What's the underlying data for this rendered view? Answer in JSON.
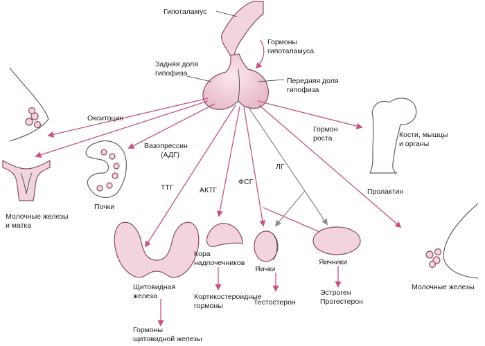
{
  "labels": {
    "hypothalamus": "Гипоталамус",
    "hypothalamus_hormones": [
      "Гормоны",
      "гипоталамуса"
    ],
    "posterior_pituitary": [
      "Задняя доля",
      "гипофиза"
    ],
    "anterior_pituitary": [
      "Передняя доля",
      "гипофиза"
    ],
    "oxytocin": "Окситоцин",
    "vasopressin": [
      "Вазопрессин",
      "(АДГ)"
    ],
    "kidneys": "Почки",
    "mammary_uterus": [
      "Молочные железы",
      "и матка"
    ],
    "growth_hormone": [
      "Гормон",
      "роста"
    ],
    "bones_muscles": [
      "Кости, мышцы",
      "и органы"
    ],
    "lh": "ЛГ",
    "prolactin": "Пролактин",
    "tsh": "ТТГ",
    "acth": "АКТГ",
    "fsh": "ФСГ",
    "thyroid": [
      "Щитовидная",
      "железа"
    ],
    "thyroid_hormones": [
      "Гормоны",
      "щитовидной железы"
    ],
    "adrenal_cortex": [
      "Кора",
      "надпочечников"
    ],
    "corticosteroids": [
      "Кортикостероидные",
      "гормоны"
    ],
    "testes": "Яички",
    "testosterone": "Тестостерон",
    "ovaries": "Яичники",
    "estrogen_progesterone": [
      "Эстроген",
      "Прогестерон"
    ],
    "mammary_glands": "Молочные железы"
  },
  "colors": {
    "pink_arrow": "#c8527a",
    "gray_arrow": "#8e8e8e",
    "organ_pink": "#f2d4de",
    "organ_stroke": "#8a4a60"
  }
}
